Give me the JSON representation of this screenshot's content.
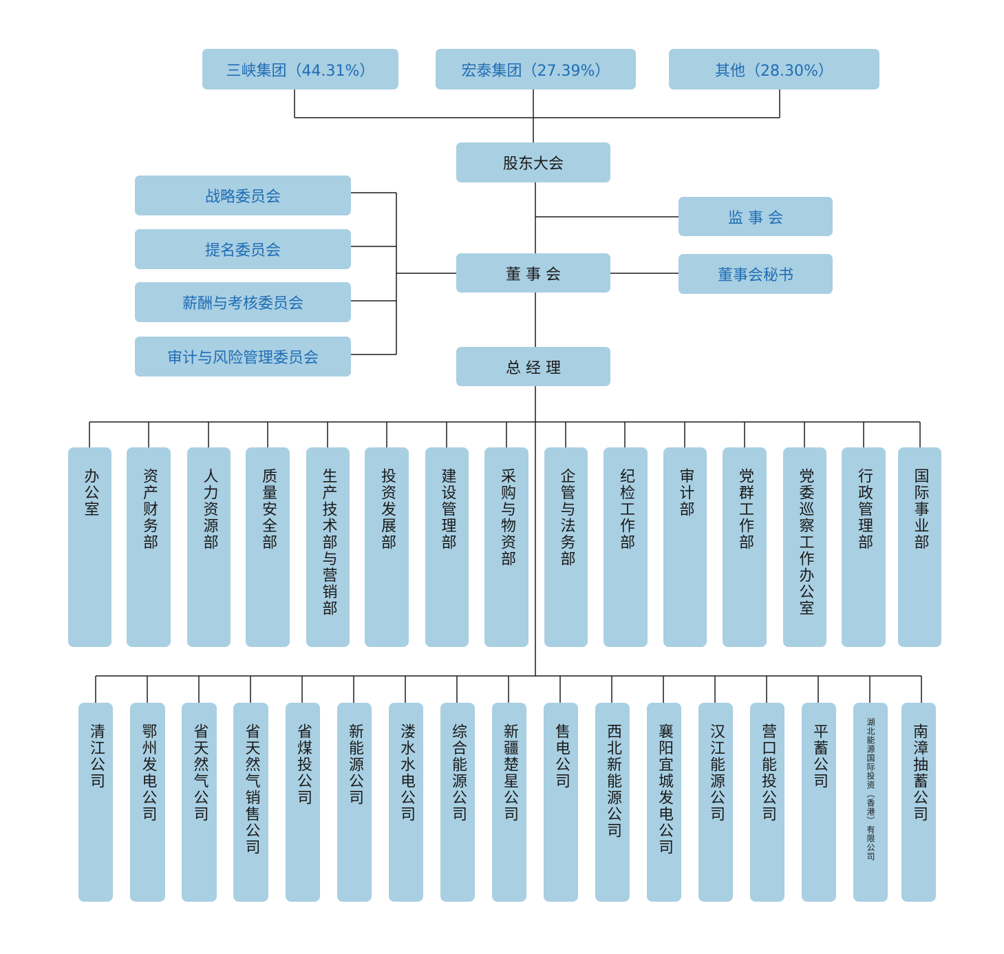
{
  "shareholders": [
    {
      "label": "三峡集团（44.31%）"
    },
    {
      "label": "宏泰集团（27.39%）"
    },
    {
      "label": "其他（28.30%）"
    }
  ],
  "shareholders_meeting": "股东大会",
  "supervisory_board": "监 事 会",
  "board_secretary": "董事会秘书",
  "board": "董 事 会",
  "general_manager": "总 经 理",
  "committees": [
    {
      "label": "战略委员会"
    },
    {
      "label": "提名委员会"
    },
    {
      "label": "薪酬与考核委员会"
    },
    {
      "label": "审计与风险管理委员会"
    }
  ],
  "departments": [
    {
      "label": "办公室"
    },
    {
      "label": "资产财务部"
    },
    {
      "label": "人力资源部"
    },
    {
      "label": "质量安全部"
    },
    {
      "label": "生产技术部与营销部"
    },
    {
      "label": "投资发展部"
    },
    {
      "label": "建设管理部"
    },
    {
      "label": "采购与物资部"
    },
    {
      "label": "企管与法务部"
    },
    {
      "label": "纪检工作部"
    },
    {
      "label": "审计部"
    },
    {
      "label": "党群工作部"
    },
    {
      "label": "党委巡察工作办公室"
    },
    {
      "label": "行政管理部"
    },
    {
      "label": "国际事业部"
    }
  ],
  "subsidiaries": [
    {
      "label": "清江公司"
    },
    {
      "label": "鄂州发电公司"
    },
    {
      "label": "省天然气公司"
    },
    {
      "label": "省天然气销售公司"
    },
    {
      "label": "省煤投公司"
    },
    {
      "label": "新能源公司"
    },
    {
      "label": "溇水水电公司"
    },
    {
      "label": "综合能源公司"
    },
    {
      "label": "新疆楚星公司"
    },
    {
      "label": "售电公司"
    },
    {
      "label": "西北新能源公司"
    },
    {
      "label": "襄阳宜城发电公司"
    },
    {
      "label": "汉江能源公司"
    },
    {
      "label": "营口能投公司"
    },
    {
      "label": "平蓄公司"
    },
    {
      "label": "湖北能源国际投资（香港）有限公司"
    },
    {
      "label": "南漳抽蓄公司"
    }
  ],
  "colors": {
    "box_fill": "#a9cfe2",
    "blue_text": "#1f6db5",
    "line": "#1a1a1a"
  }
}
